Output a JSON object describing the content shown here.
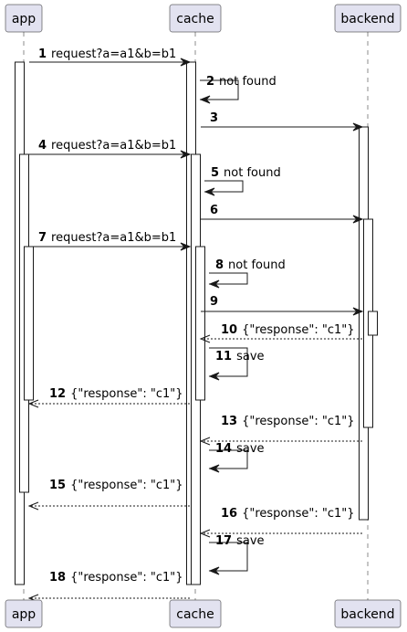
{
  "participants": [
    {
      "id": "app",
      "label": "app"
    },
    {
      "id": "cache",
      "label": "cache"
    },
    {
      "id": "backend",
      "label": "backend"
    }
  ],
  "messages": [
    {
      "num": "1",
      "text": "request?a=a1&b=b1",
      "from": "app",
      "to": "cache",
      "kind": "sync"
    },
    {
      "num": "2",
      "text": "not found",
      "from": "cache",
      "to": "cache",
      "kind": "self"
    },
    {
      "num": "3",
      "text": "",
      "from": "cache",
      "to": "backend",
      "kind": "sync"
    },
    {
      "num": "4",
      "text": "request?a=a1&b=b1",
      "from": "app",
      "to": "cache",
      "kind": "sync"
    },
    {
      "num": "5",
      "text": "not found",
      "from": "cache",
      "to": "cache",
      "kind": "self"
    },
    {
      "num": "6",
      "text": "",
      "from": "cache",
      "to": "backend",
      "kind": "sync"
    },
    {
      "num": "7",
      "text": "request?a=a1&b=b1",
      "from": "app",
      "to": "cache",
      "kind": "sync"
    },
    {
      "num": "8",
      "text": "not found",
      "from": "cache",
      "to": "cache",
      "kind": "self"
    },
    {
      "num": "9",
      "text": "",
      "from": "cache",
      "to": "backend",
      "kind": "sync"
    },
    {
      "num": "10",
      "text": "{\"response\": \"c1\"}",
      "from": "backend",
      "to": "cache",
      "kind": "return"
    },
    {
      "num": "11",
      "text": "save",
      "from": "cache",
      "to": "cache",
      "kind": "self"
    },
    {
      "num": "12",
      "text": "{\"response\": \"c1\"}",
      "from": "cache",
      "to": "app",
      "kind": "return"
    },
    {
      "num": "13",
      "text": "{\"response\": \"c1\"}",
      "from": "backend",
      "to": "cache",
      "kind": "return"
    },
    {
      "num": "14",
      "text": "save",
      "from": "cache",
      "to": "cache",
      "kind": "self"
    },
    {
      "num": "15",
      "text": "{\"response\": \"c1\"}",
      "from": "cache",
      "to": "app",
      "kind": "return"
    },
    {
      "num": "16",
      "text": "{\"response\": \"c1\"}",
      "from": "backend",
      "to": "cache",
      "kind": "return"
    },
    {
      "num": "17",
      "text": "save",
      "from": "cache",
      "to": "cache",
      "kind": "self"
    },
    {
      "num": "18",
      "text": "{\"response\": \"c1\"}",
      "from": "cache",
      "to": "app",
      "kind": "return"
    }
  ]
}
